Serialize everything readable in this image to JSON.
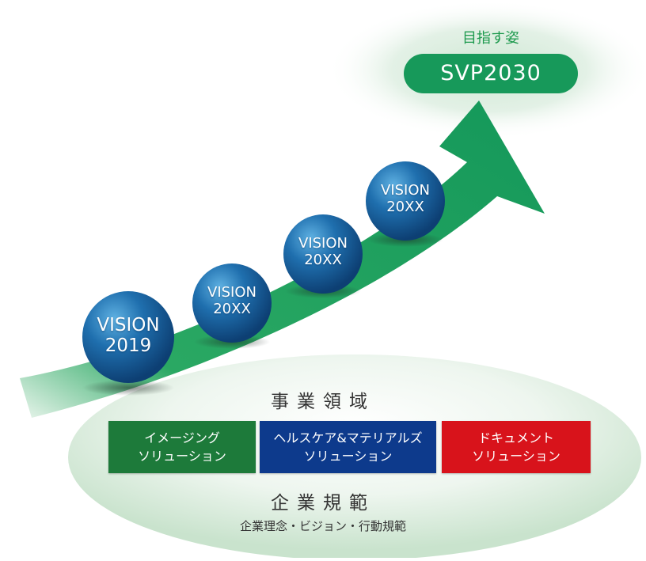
{
  "goal": {
    "caption": "目指す姿",
    "label": "SVP2030"
  },
  "milestones": [
    {
      "line1": "VISION",
      "line2": "2019"
    },
    {
      "line1": "VISION",
      "line2": "20XX"
    },
    {
      "line1": "VISION",
      "line2": "20XX"
    },
    {
      "line1": "VISION",
      "line2": "20XX"
    }
  ],
  "business": {
    "heading": "事業領域",
    "items": [
      {
        "line1": "イメージング",
        "line2": "ソリューション",
        "color": "#1d7a3a"
      },
      {
        "line1": "ヘルスケア&マテリアルズ",
        "line2": "ソリューション",
        "color": "#0d3a8c"
      },
      {
        "line1": "ドキュメント",
        "line2": "ソリューション",
        "color": "#d8131b"
      }
    ]
  },
  "norms": {
    "heading": "企業規範",
    "subtext": "企業理念・ビジョン・行動規範"
  },
  "colors": {
    "arrow": "#17995a",
    "sphere": "#1b6fb0",
    "ellipse": "#d7ebd9"
  }
}
